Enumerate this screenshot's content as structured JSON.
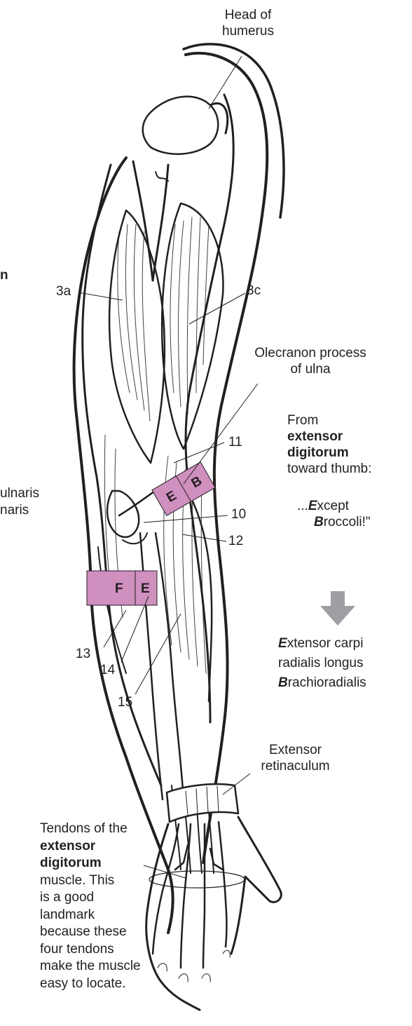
{
  "labels": {
    "head_of_humerus": [
      "Head of",
      "humerus"
    ],
    "olecranon": [
      "Olecranon process",
      "of ulna"
    ],
    "extensor_retinaculum": [
      "Extensor",
      "retinaculum"
    ],
    "partial_left_1": "n",
    "partial_left_2": "ulnaris",
    "partial_left_3": "naris"
  },
  "numbers": {
    "n3a": "3a",
    "n3c": "3c",
    "n11": "11",
    "n10": "10",
    "n12": "12",
    "n13": "13",
    "n14": "14",
    "n15": "15"
  },
  "mnemonic": {
    "from": "From",
    "bold1": "extensor",
    "bold2": "digitorum",
    "toward": "toward thumb:",
    "line1_prefix": "...",
    "line1_bold": "E",
    "line1_rest": "xcept",
    "line2_bold": "B",
    "line2_rest": "roccoli!\"",
    "result1_bold": "E",
    "result1_rest1": "xtensor carpi",
    "result1_rest2": "radialis longus",
    "result2_bold": "B",
    "result2_rest": "rachioradialis"
  },
  "tendons_note": {
    "line1": "Tendons of the",
    "bold1": "extensor",
    "bold2": "digitorum",
    "rest": [
      "muscle. This",
      "is a good",
      "landmark",
      "because these",
      "four tendons",
      "make the muscle",
      "easy to locate."
    ]
  },
  "bands": {
    "upper_letters": [
      "E",
      "B"
    ],
    "lower_letters": [
      "F",
      "E"
    ],
    "color": "#cf8fbf"
  },
  "colors": {
    "ink": "#231f20",
    "arrow": "#9d9fa2"
  }
}
